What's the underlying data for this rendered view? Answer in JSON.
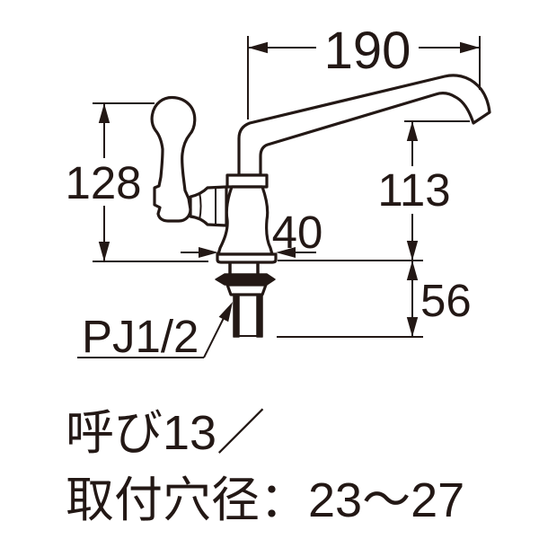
{
  "drawing": {
    "subject": "faucet-dimension-diagram",
    "ink_color": "#231815",
    "bg_color": "#ffffff",
    "dims": {
      "spout_reach": "190",
      "total_height": "128",
      "spout_height": "113",
      "base_width": "40",
      "shank_length": "56"
    },
    "labels": {
      "thread": "PJ1/2"
    },
    "notes": {
      "line1": "呼び13／",
      "line2": "取付穴径：23〜27"
    }
  }
}
